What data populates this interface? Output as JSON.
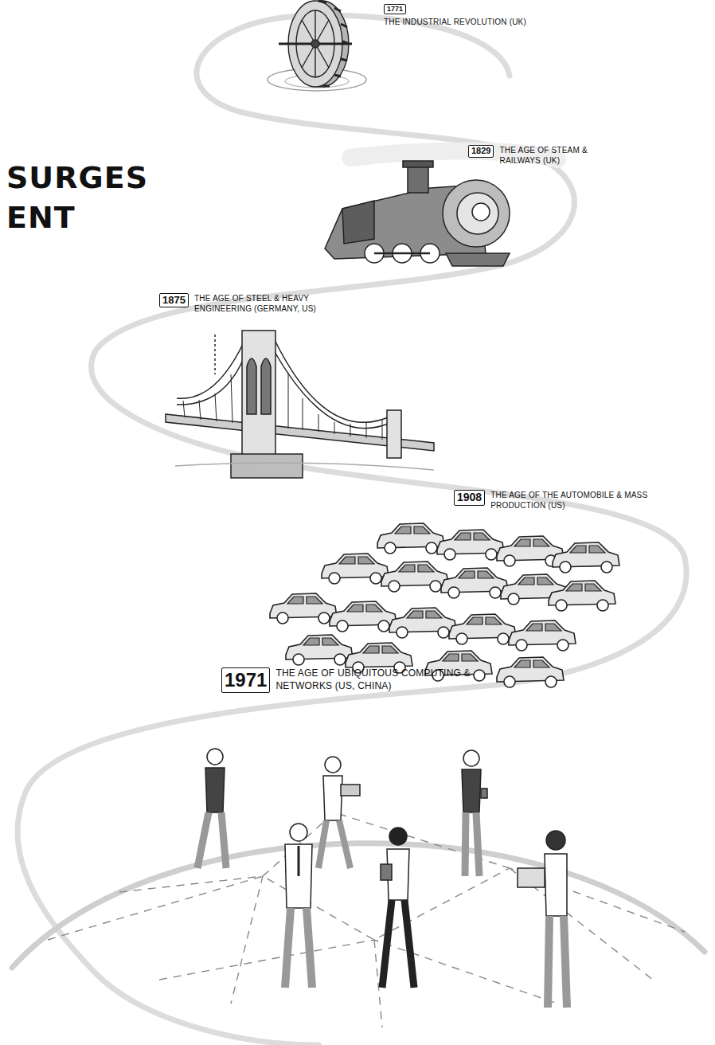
{
  "diagram": {
    "title": "SURGES ENT",
    "nodes": [
      {
        "text": [
          "1771",
          "THE INDUSTRIAL REVOLUTION (UK)"
        ]
      },
      {
        "text": [
          "1829",
          "THE AGE OF STEAM & RAILWAYS (UK)"
        ]
      },
      {
        "text": [
          "1875",
          "THE AGE OF STEEL & HEAVY ENGINEERING (GERMANY, US)"
        ]
      },
      {
        "text": [
          "1908",
          "THE AGE OF THE AUTOMOBILE & MASS PRODUCTION (US)"
        ]
      },
      {
        "text": [
          "1971",
          "THE AGE OF UBIQUITOUS COMPUTING & NETWORKS (US, CHINA)"
        ]
      }
    ]
  }
}
